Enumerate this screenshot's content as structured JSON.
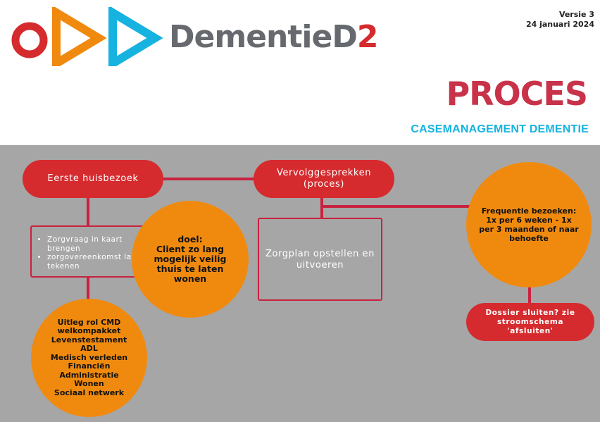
{
  "header": {
    "logo_text_main": "DementieD",
    "logo_text_accent": "2",
    "version": "Versie 3",
    "date": "24 januari 2024",
    "title": "PROCES",
    "subtitle": "CASEMANAGEMENT DEMENTIE"
  },
  "colors": {
    "red": "#d52b2e",
    "orange": "#f08a0f",
    "blue": "#16b3e0",
    "gray_bg": "#a6a6a6",
    "title": "#c8334a"
  },
  "diagram": {
    "first_visit": "Eerste huisbezoek",
    "followup_line1": "Vervolggesprekken",
    "followup_line2": "(proces)",
    "bullets": [
      "Zorgvraag in kaart brengen",
      "zorgovereenkomst laten tekenen"
    ],
    "goal": {
      "heading": "doel:",
      "text": "Client zo lang mogelijk veilig thuis te laten wonen"
    },
    "care_plan": "Zorgplan opstellen en uitvoeren",
    "frequency": "Frequentie bezoeken: 1x per 6 weken - 1x per 3 maanden of naar behoefte",
    "close": "Dossier sluiten? zie stroomschema 'afsluiten'",
    "explain_items": [
      "Uitleg rol CMD",
      "welkompakket",
      "Levenstestament",
      "ADL",
      "Medisch verleden",
      "Financiën",
      "Administratie",
      "Wonen",
      "Sociaal netwerk"
    ]
  }
}
